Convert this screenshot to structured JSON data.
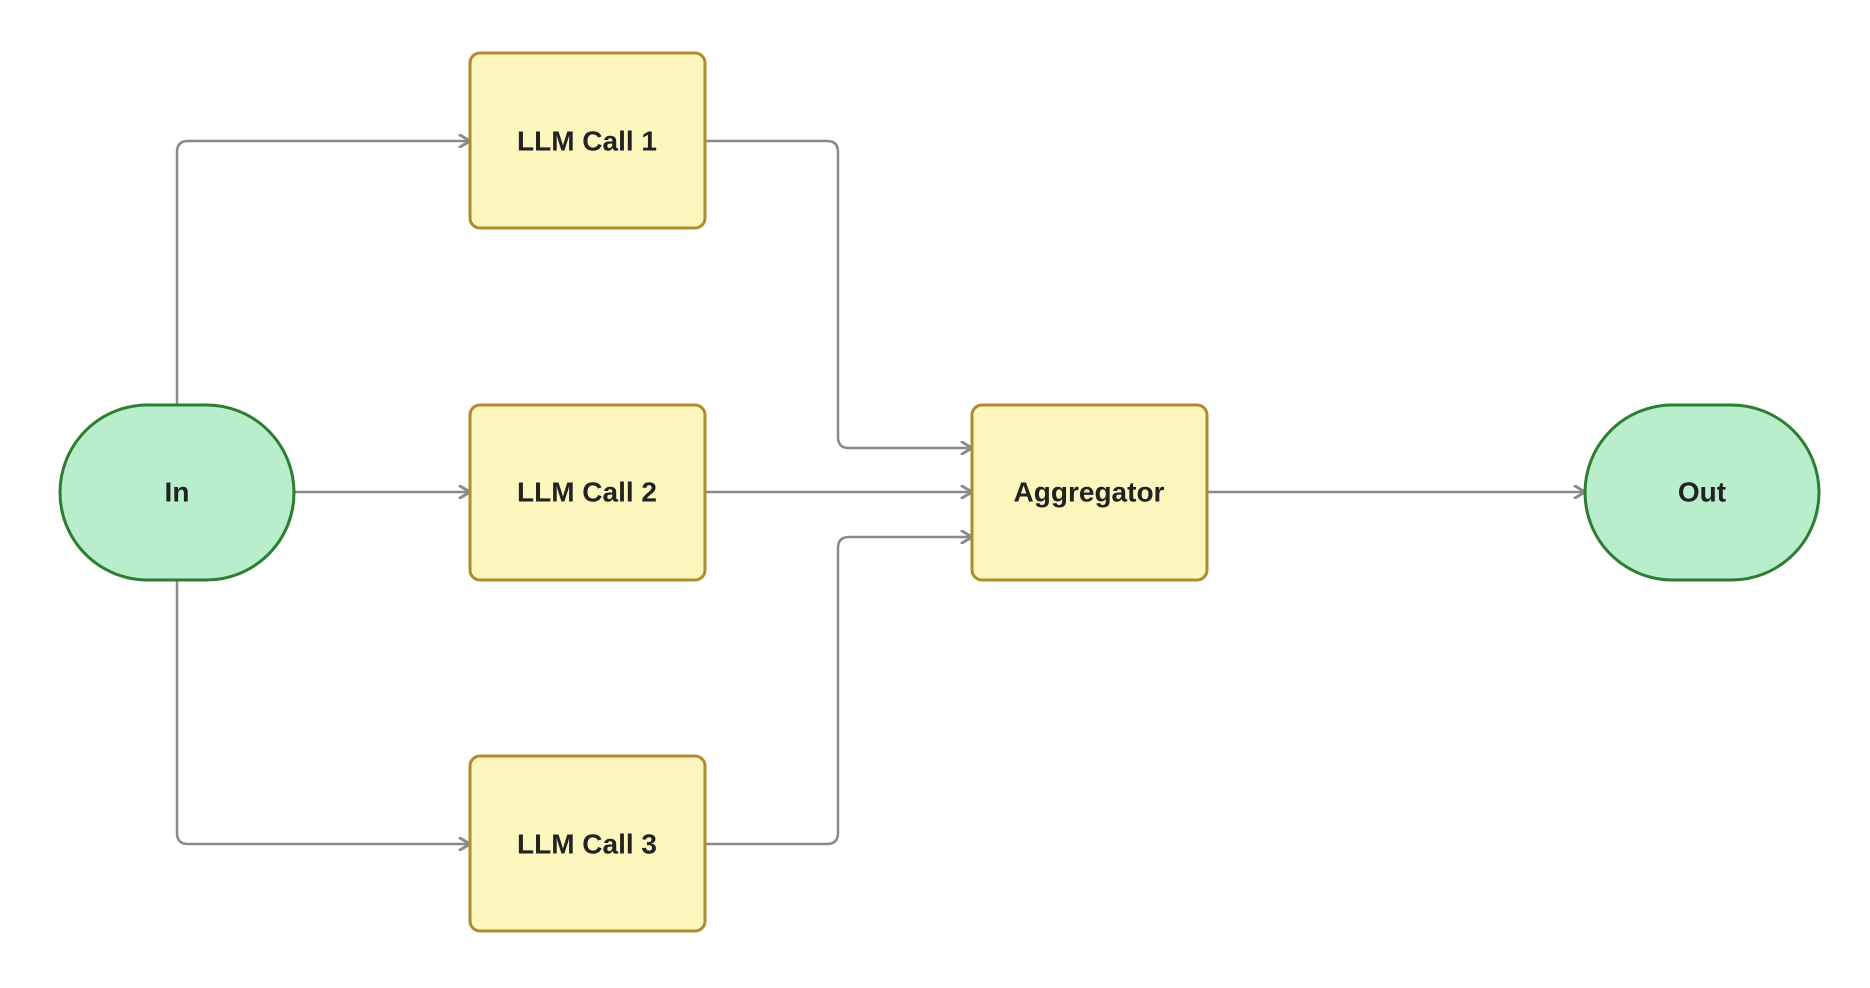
{
  "colors": {
    "terminal_fill": "#b8eecb",
    "terminal_stroke": "#2e7d32",
    "process_fill": "#fdf6bd",
    "process_stroke": "#b08a2e",
    "edge": "#8a8a8a",
    "text": "#222222"
  },
  "nodes": {
    "input": {
      "label": "In",
      "shape": "stadium"
    },
    "llm_call_1": {
      "label": "LLM Call 1",
      "shape": "rounded-rectangle"
    },
    "llm_call_2": {
      "label": "LLM Call 2",
      "shape": "rounded-rectangle"
    },
    "llm_call_3": {
      "label": "LLM Call 3",
      "shape": "rounded-rectangle"
    },
    "aggregator": {
      "label": "Aggregator",
      "shape": "rounded-rectangle"
    },
    "output": {
      "label": "Out",
      "shape": "stadium"
    }
  },
  "edges": [
    {
      "from": "In",
      "to": "LLM Call 1"
    },
    {
      "from": "In",
      "to": "LLM Call 2"
    },
    {
      "from": "In",
      "to": "LLM Call 3"
    },
    {
      "from": "LLM Call 1",
      "to": "Aggregator"
    },
    {
      "from": "LLM Call 2",
      "to": "Aggregator"
    },
    {
      "from": "LLM Call 3",
      "to": "Aggregator"
    },
    {
      "from": "Aggregator",
      "to": "Out"
    }
  ]
}
